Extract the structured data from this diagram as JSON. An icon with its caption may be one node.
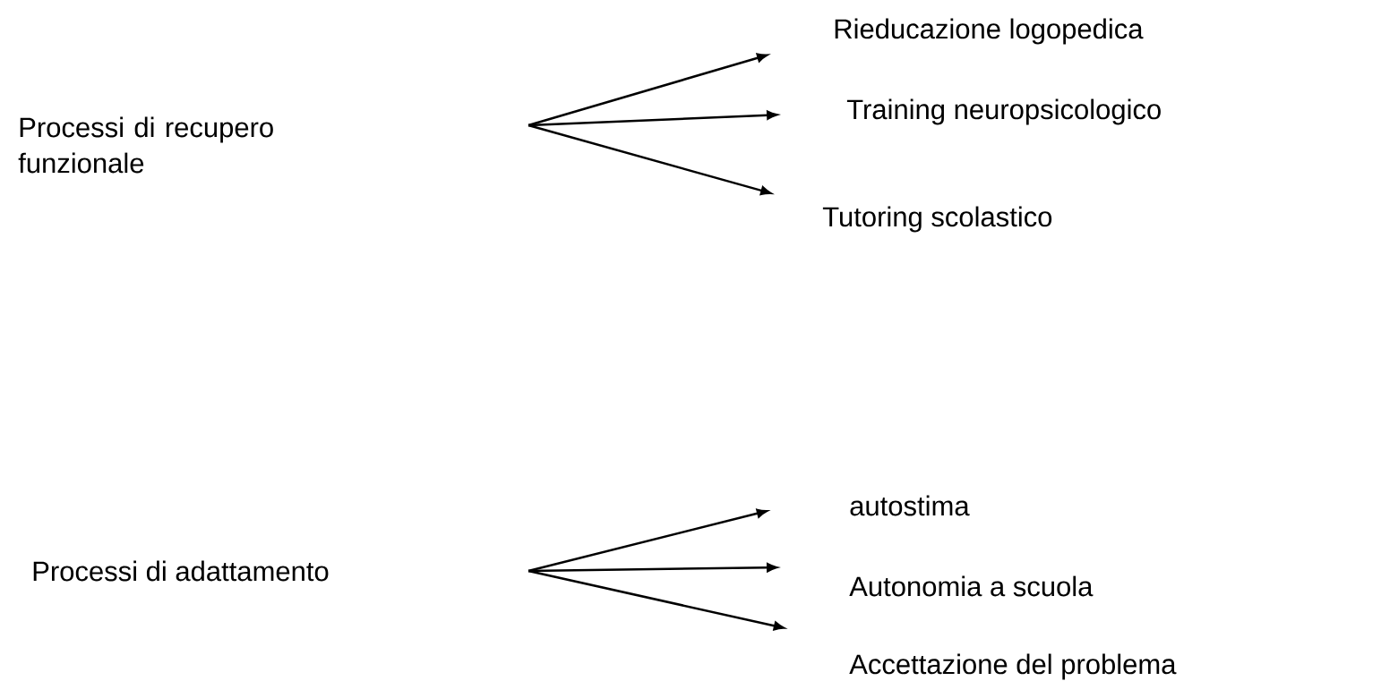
{
  "diagram": {
    "nodes": [
      {
        "text": [
          "Processi di recupero funzionale"
        ]
      },
      {
        "text": [
          "Rieducazione logopedica"
        ]
      },
      {
        "text": [
          "Training neuropsicologico"
        ]
      },
      {
        "text": [
          "Tutoring scolastico"
        ]
      },
      {
        "text": [
          "Processi di adattamento"
        ]
      },
      {
        "text": [
          "autostima"
        ]
      },
      {
        "text": [
          "Autonomia a scuola"
        ]
      },
      {
        "text": [
          "Accettazione del problema"
        ]
      }
    ],
    "edges": [
      {
        "from": null,
        "to": 1,
        "arrow": "to"
      },
      {
        "from": null,
        "to": 2,
        "arrow": "to"
      },
      {
        "from": null,
        "to": 3,
        "arrow": "to"
      },
      {
        "from": null,
        "to": 5,
        "arrow": "to"
      },
      {
        "from": null,
        "to": 6,
        "arrow": "to"
      },
      {
        "from": null,
        "to": 7,
        "arrow": "to"
      }
    ]
  }
}
